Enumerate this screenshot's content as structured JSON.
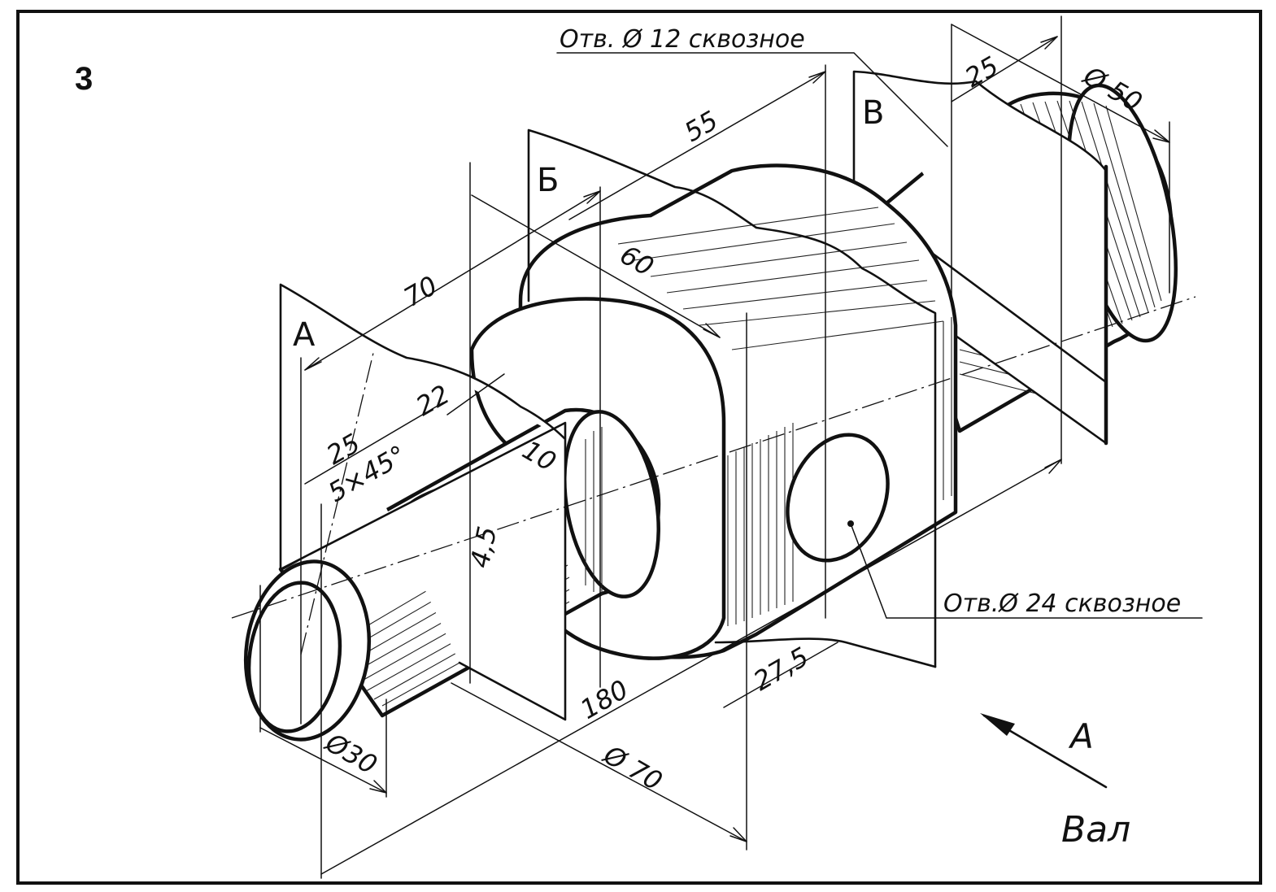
{
  "figure_number": "3",
  "title": "Вал",
  "view_label": "А",
  "section_planes": [
    "А",
    "Б",
    "В"
  ],
  "notes": {
    "hole_small": "Отв. Ø 12 сквозное",
    "hole_large": "Отв.Ø 24 сквозное"
  },
  "dimensions": {
    "len_70": "70",
    "len_55": "55",
    "len_60": "60",
    "len_25_left": "25",
    "chamfer": "5×45°",
    "len_22": "22",
    "len_10": "10",
    "depth_4_5": "4,5",
    "len_25_right": "25",
    "dia_50": "Ø 50",
    "dia_30": "Ø30",
    "dia_70": "Ø 70",
    "len_180": "180",
    "len_27_5": "27,5"
  }
}
